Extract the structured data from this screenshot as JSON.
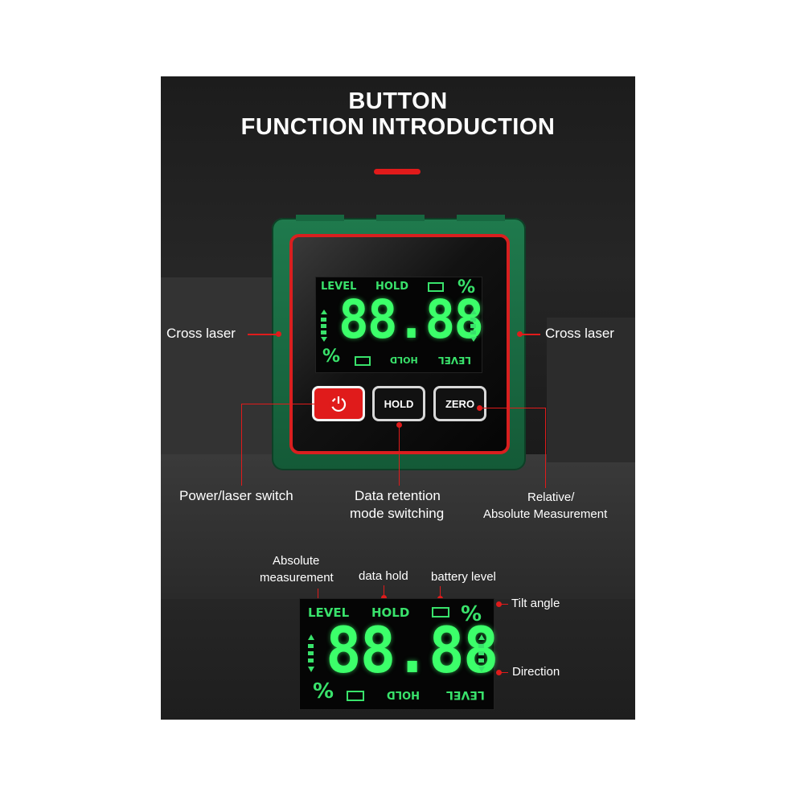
{
  "title": {
    "line1": "BUTTON",
    "line2": "FUNCTION INTRODUCTION"
  },
  "lcd": {
    "level": "LEVEL",
    "hold": "HOLD",
    "digits": "88.88",
    "percent": "%",
    "battery_icon": "battery-icon",
    "sound_icon": "sound-icon"
  },
  "buttons": {
    "power_icon": "power-icon",
    "hold": "HOLD",
    "zero": "ZERO"
  },
  "labels": {
    "cross_laser_left": "Cross laser",
    "cross_laser_right": "Cross laser",
    "power": "Power/laser switch",
    "data_retention_1": "Data retention",
    "data_retention_2": "mode switching",
    "relative_1": "Relative/",
    "relative_2": "Absolute Measurement",
    "absolute_1": "Absolute",
    "absolute_2": "measurement",
    "data_hold": "data hold",
    "battery_level": "battery level",
    "tilt_angle": "Tilt angle",
    "direction": "Direction"
  },
  "colors": {
    "accent_red": "#e01b1b",
    "lcd_green": "#3cff6a",
    "device_green": "#1f7a4d"
  }
}
